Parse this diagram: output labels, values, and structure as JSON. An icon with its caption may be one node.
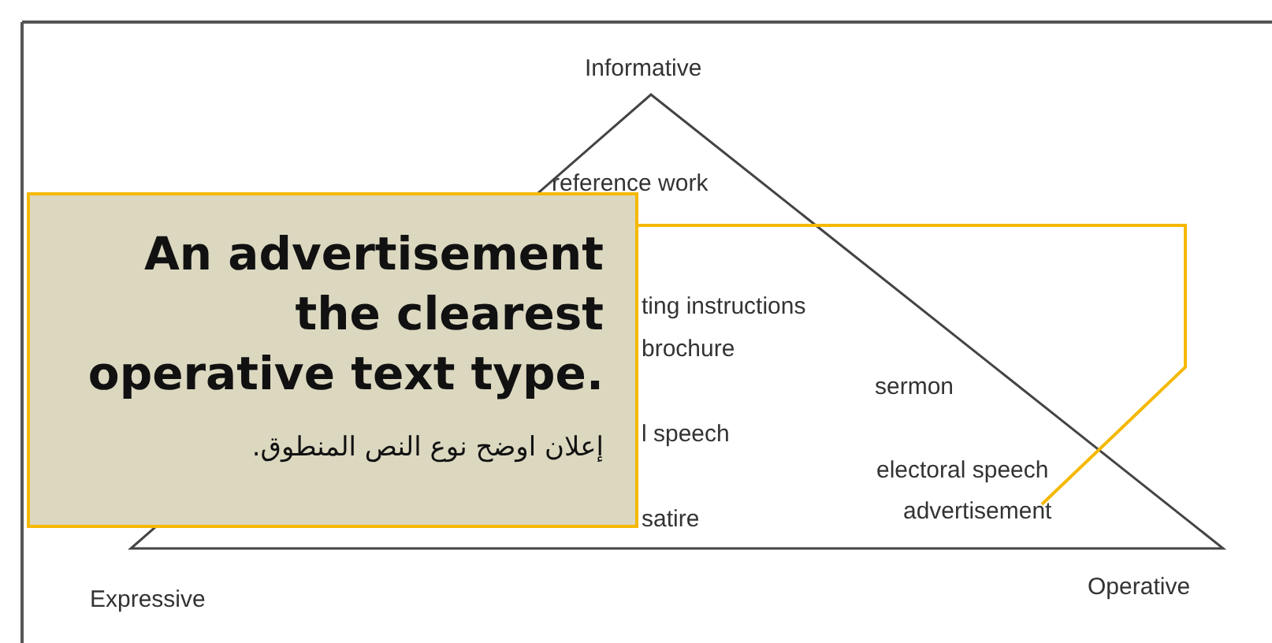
{
  "diagram": {
    "nodes": [
      {
        "text": [
          "An advertisement the clearest operative text type.",
          "إعلان اوضح نوع النص المنطوق."
        ]
      },
      {
        "text": [
          "advertisement"
        ]
      }
    ],
    "edges": [
      {
        "from": 0,
        "to": 1,
        "arrow": "none"
      }
    ],
    "labels": [
      "Informative",
      "reference work",
      "ting instructions",
      "brochure",
      "sermon",
      "l speech",
      "electoral speech",
      "satire",
      "Expressive",
      "Operative"
    ]
  }
}
